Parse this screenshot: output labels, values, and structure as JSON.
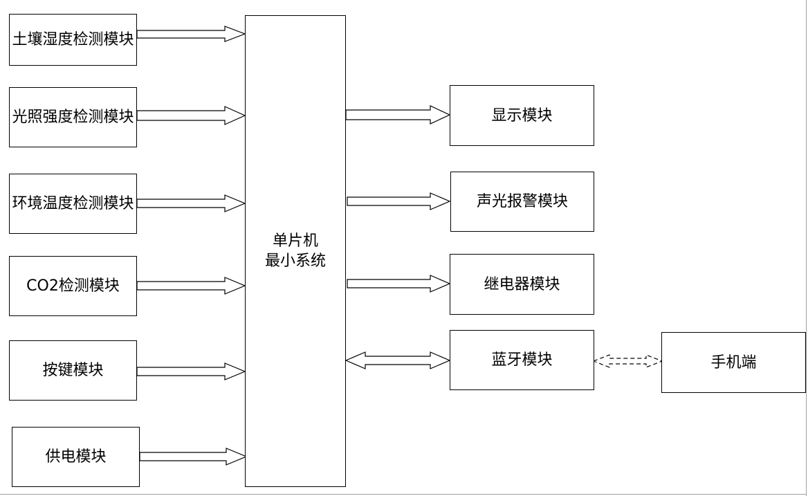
{
  "diagram": {
    "center": {
      "line1": "单片机",
      "line2": "最小系统"
    },
    "inputs": [
      {
        "label": "土壤湿度检测模块"
      },
      {
        "label": "光照强度检测模块"
      },
      {
        "label": "环境温度检测模块"
      },
      {
        "label": "CO2检测模块"
      },
      {
        "label": "按键模块"
      },
      {
        "label": "供电模块"
      }
    ],
    "outputs": [
      {
        "label": "显示模块"
      },
      {
        "label": "声光报警模块"
      },
      {
        "label": "继电器模块"
      },
      {
        "label": "蓝牙模块"
      }
    ],
    "phone": {
      "label": "手机端"
    }
  }
}
